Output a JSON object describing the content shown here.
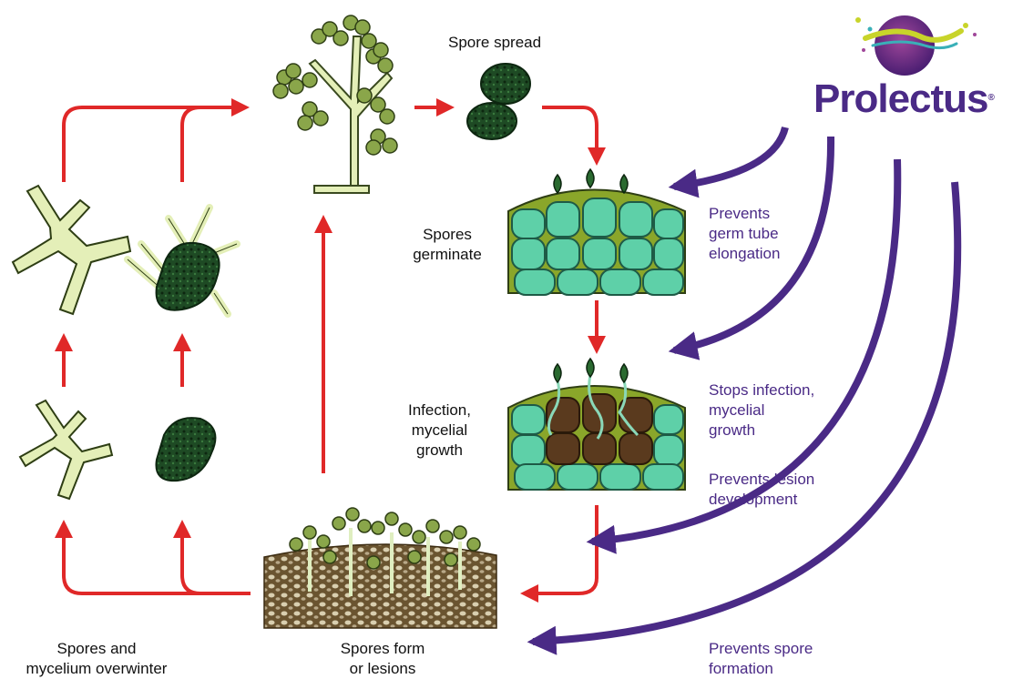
{
  "labels": {
    "spore_spread": "Spore spread",
    "spores_germinate": [
      "Spores",
      "germinate"
    ],
    "infection": [
      "Infection,",
      "mycelial",
      "growth"
    ],
    "overwinter": [
      "Spores and",
      "mycelium overwinter"
    ],
    "spores_form": [
      "Spores form",
      "or lesions"
    ]
  },
  "prolectus": {
    "name": "Prolectus",
    "mark": "®",
    "effects": {
      "germ_tube": [
        "Prevents",
        "germ tube",
        "elongation"
      ],
      "stops_infection": [
        "Stops infection,",
        "mycelial",
        "growth"
      ],
      "lesion": [
        "Prevents lesion",
        "development"
      ],
      "spore_formation": [
        "Prevents spore",
        "formation"
      ]
    }
  },
  "colors": {
    "cycle_arrow": "#e02828",
    "action_arrow": "#4a2a86",
    "spore_dark": "#1e4a24",
    "spore_light": "#e4efb8",
    "tissue": "#5ed0a8",
    "soil": "#5a4a28"
  }
}
